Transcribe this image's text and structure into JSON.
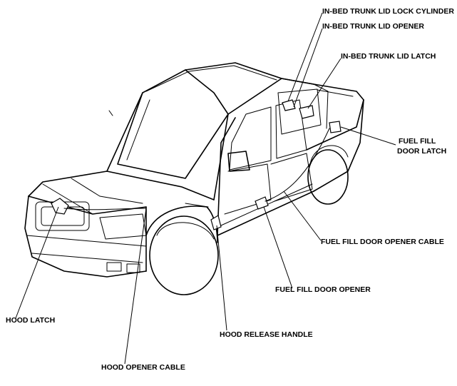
{
  "labels": {
    "lock_cylinder": "IN-BED TRUNK LID LOCK CYLINDER",
    "trunk_opener": "IN-BED TRUNK LID OPENER",
    "trunk_latch": "IN-BED TRUNK LID LATCH",
    "fuel_door_latch_1": "FUEL FILL",
    "fuel_door_latch_2": "DOOR LATCH",
    "fuel_door_cable": "FUEL FILL DOOR OPENER CABLE",
    "fuel_door_opener": "FUEL FILL DOOR OPENER",
    "hood_latch": "HOOD LATCH",
    "hood_release": "HOOD RELEASE HANDLE",
    "hood_cable": "HOOD OPENER CABLE"
  }
}
